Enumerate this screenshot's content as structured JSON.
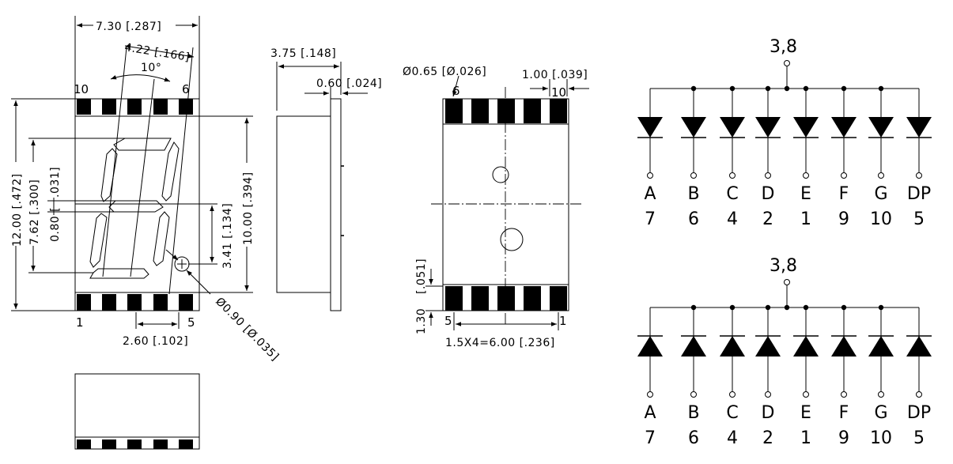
{
  "front_view": {
    "width_dim": "7.30 [.287]",
    "slant_dim": "4.22 [.166]",
    "angle": "10°",
    "height_dim": "12.00 [.472]",
    "digit_height_dim": "7.62 [.300]",
    "seg_width_dim": ".031]",
    "seg_width_dim2": "0.80 [",
    "body_height_dim": "10.00 [.394]",
    "dp_offset_dim": "3.41 [.134]",
    "pin_pitch_dim": "2.60 [.102]",
    "dp_dia_dim": "Ø0.90 [Ø.035]",
    "pin_top_left": "10",
    "pin_top_right": "6",
    "pin_bottom_left": "1",
    "pin_bottom_right": "5"
  },
  "side_view": {
    "depth_dim": "3.75 [.148]",
    "lead_dim": "0.60 [.024]"
  },
  "bottom_view": {
    "hole_dim": "Ø0.65 [Ø.026]",
    "pad_dim": "1.00 [.039]",
    "pad_len_dim": "[.051]",
    "pad_len_dim2": "1.30",
    "pitch_dim": "1.5X4=6.00 [.236]",
    "pin_top_left": "6",
    "pin_top_right": "10",
    "pin_bottom_left": "5",
    "pin_bottom_right": "1"
  },
  "schematics": [
    {
      "common_pins": "3,8",
      "type": "common-anode",
      "segments": [
        {
          "name": "A",
          "pin": "7"
        },
        {
          "name": "B",
          "pin": "6"
        },
        {
          "name": "C",
          "pin": "4"
        },
        {
          "name": "D",
          "pin": "2"
        },
        {
          "name": "E",
          "pin": "1"
        },
        {
          "name": "F",
          "pin": "9"
        },
        {
          "name": "G",
          "pin": "10"
        },
        {
          "name": "DP",
          "pin": "5"
        }
      ]
    },
    {
      "common_pins": "3,8",
      "type": "common-cathode",
      "segments": [
        {
          "name": "A",
          "pin": "7"
        },
        {
          "name": "B",
          "pin": "6"
        },
        {
          "name": "C",
          "pin": "4"
        },
        {
          "name": "D",
          "pin": "2"
        },
        {
          "name": "E",
          "pin": "1"
        },
        {
          "name": "F",
          "pin": "9"
        },
        {
          "name": "G",
          "pin": "10"
        },
        {
          "name": "DP",
          "pin": "5"
        }
      ]
    }
  ]
}
